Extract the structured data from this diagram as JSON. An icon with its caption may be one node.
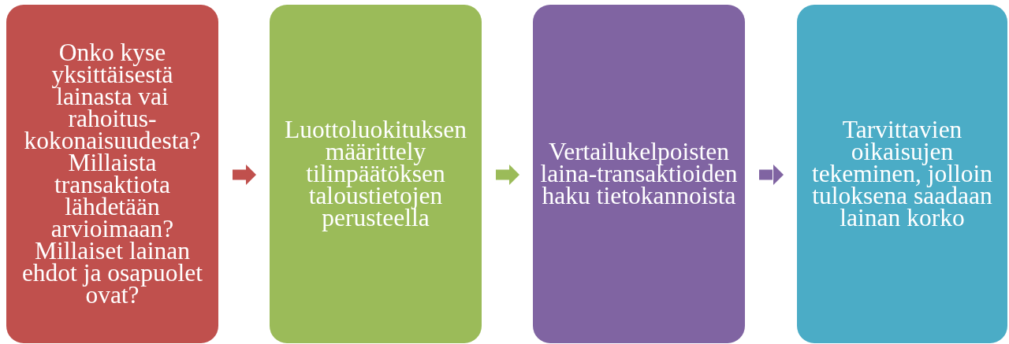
{
  "diagram": {
    "nodes": [
      {
        "text": [
          "Onko kyse yksittäisestä lainasta vai rahoitus-kokonaisuudesta? Millaista transaktiota lähdetään arvioimaan? Millaiset lainan ehdot ja osapuolet ovat?"
        ]
      },
      {
        "text": [
          "Luottoluokituksen määrittely tilinpäätöksen taloustietojen perusteella"
        ]
      },
      {
        "text": [
          "Vertailukelpoisten laina-transaktioiden haku tietokannoista"
        ]
      },
      {
        "text": [
          "Tarvittavien oikaisujen tekeminen, jolloin tuloksena saadaan lainan korko"
        ]
      }
    ],
    "edges": [
      {
        "from": 0,
        "to": 1,
        "arrow": "to",
        "color": "#c0504d"
      },
      {
        "from": 1,
        "to": 2,
        "arrow": "to",
        "color": "#9bbb59"
      },
      {
        "from": 2,
        "to": 3,
        "arrow": "to",
        "color": "#8064a2"
      }
    ]
  }
}
